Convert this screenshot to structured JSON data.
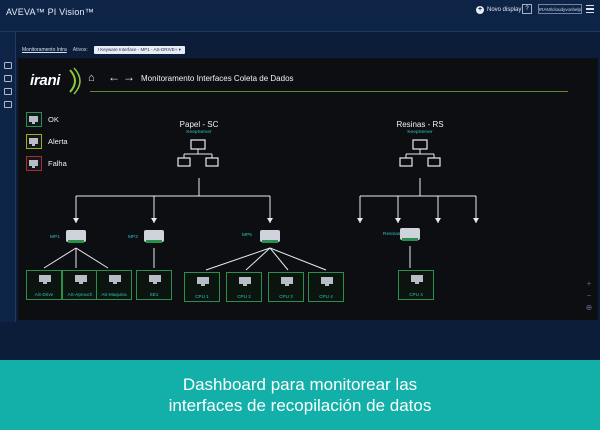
{
  "app": {
    "brand": "AVEVA™ PI Vision™",
    "new_display_label": "Novo display",
    "help_label": "?",
    "user_label": "IRANI\\cloudyvonhelpdesk"
  },
  "subbar": {
    "display_link": "Monitoramento Intra",
    "asset_label": "Ativos:",
    "asset_value": "I Keyware Interface - MP1 - AS-DRIVE+ ▾"
  },
  "display": {
    "logo_text": "irani",
    "title": "Monitoramento Interfaces Coleta de Dados",
    "legend": [
      {
        "label": "OK",
        "color": "#2a8f4a"
      },
      {
        "label": "Alerta",
        "color": "#a8a61a"
      },
      {
        "label": "Falha",
        "color": "#b02a2a"
      }
    ],
    "sources": [
      {
        "name": "Papel - SC",
        "server": "KeepServer"
      },
      {
        "name": "Resinas - RS",
        "server": "KeepServer"
      }
    ],
    "nodes": [
      {
        "label": "MP1"
      },
      {
        "label": "MP2"
      },
      {
        "label": "MP5"
      },
      {
        "label": "Resinas"
      }
    ],
    "devices": [
      {
        "label": "AS-Drive"
      },
      {
        "label": "AS-Aprouch"
      },
      {
        "label": "AS-Maquina"
      },
      {
        "label": "SE1"
      },
      {
        "label": "CPU 1"
      },
      {
        "label": "CPU 2"
      },
      {
        "label": "CPU 3"
      },
      {
        "label": "CPU 4"
      },
      {
        "label": "CPU 4"
      }
    ],
    "zoom_in": "+",
    "zoom_out": "−",
    "zoom_fit": "⊕"
  },
  "caption": {
    "line1": "Dashboard para monitorear las",
    "line2": "interfaces de recopilación de datos"
  },
  "colors": {
    "accent_teal": "#2fc2c0",
    "ok_green": "#2a8f4a",
    "caption_bg": "#12b0a8"
  }
}
